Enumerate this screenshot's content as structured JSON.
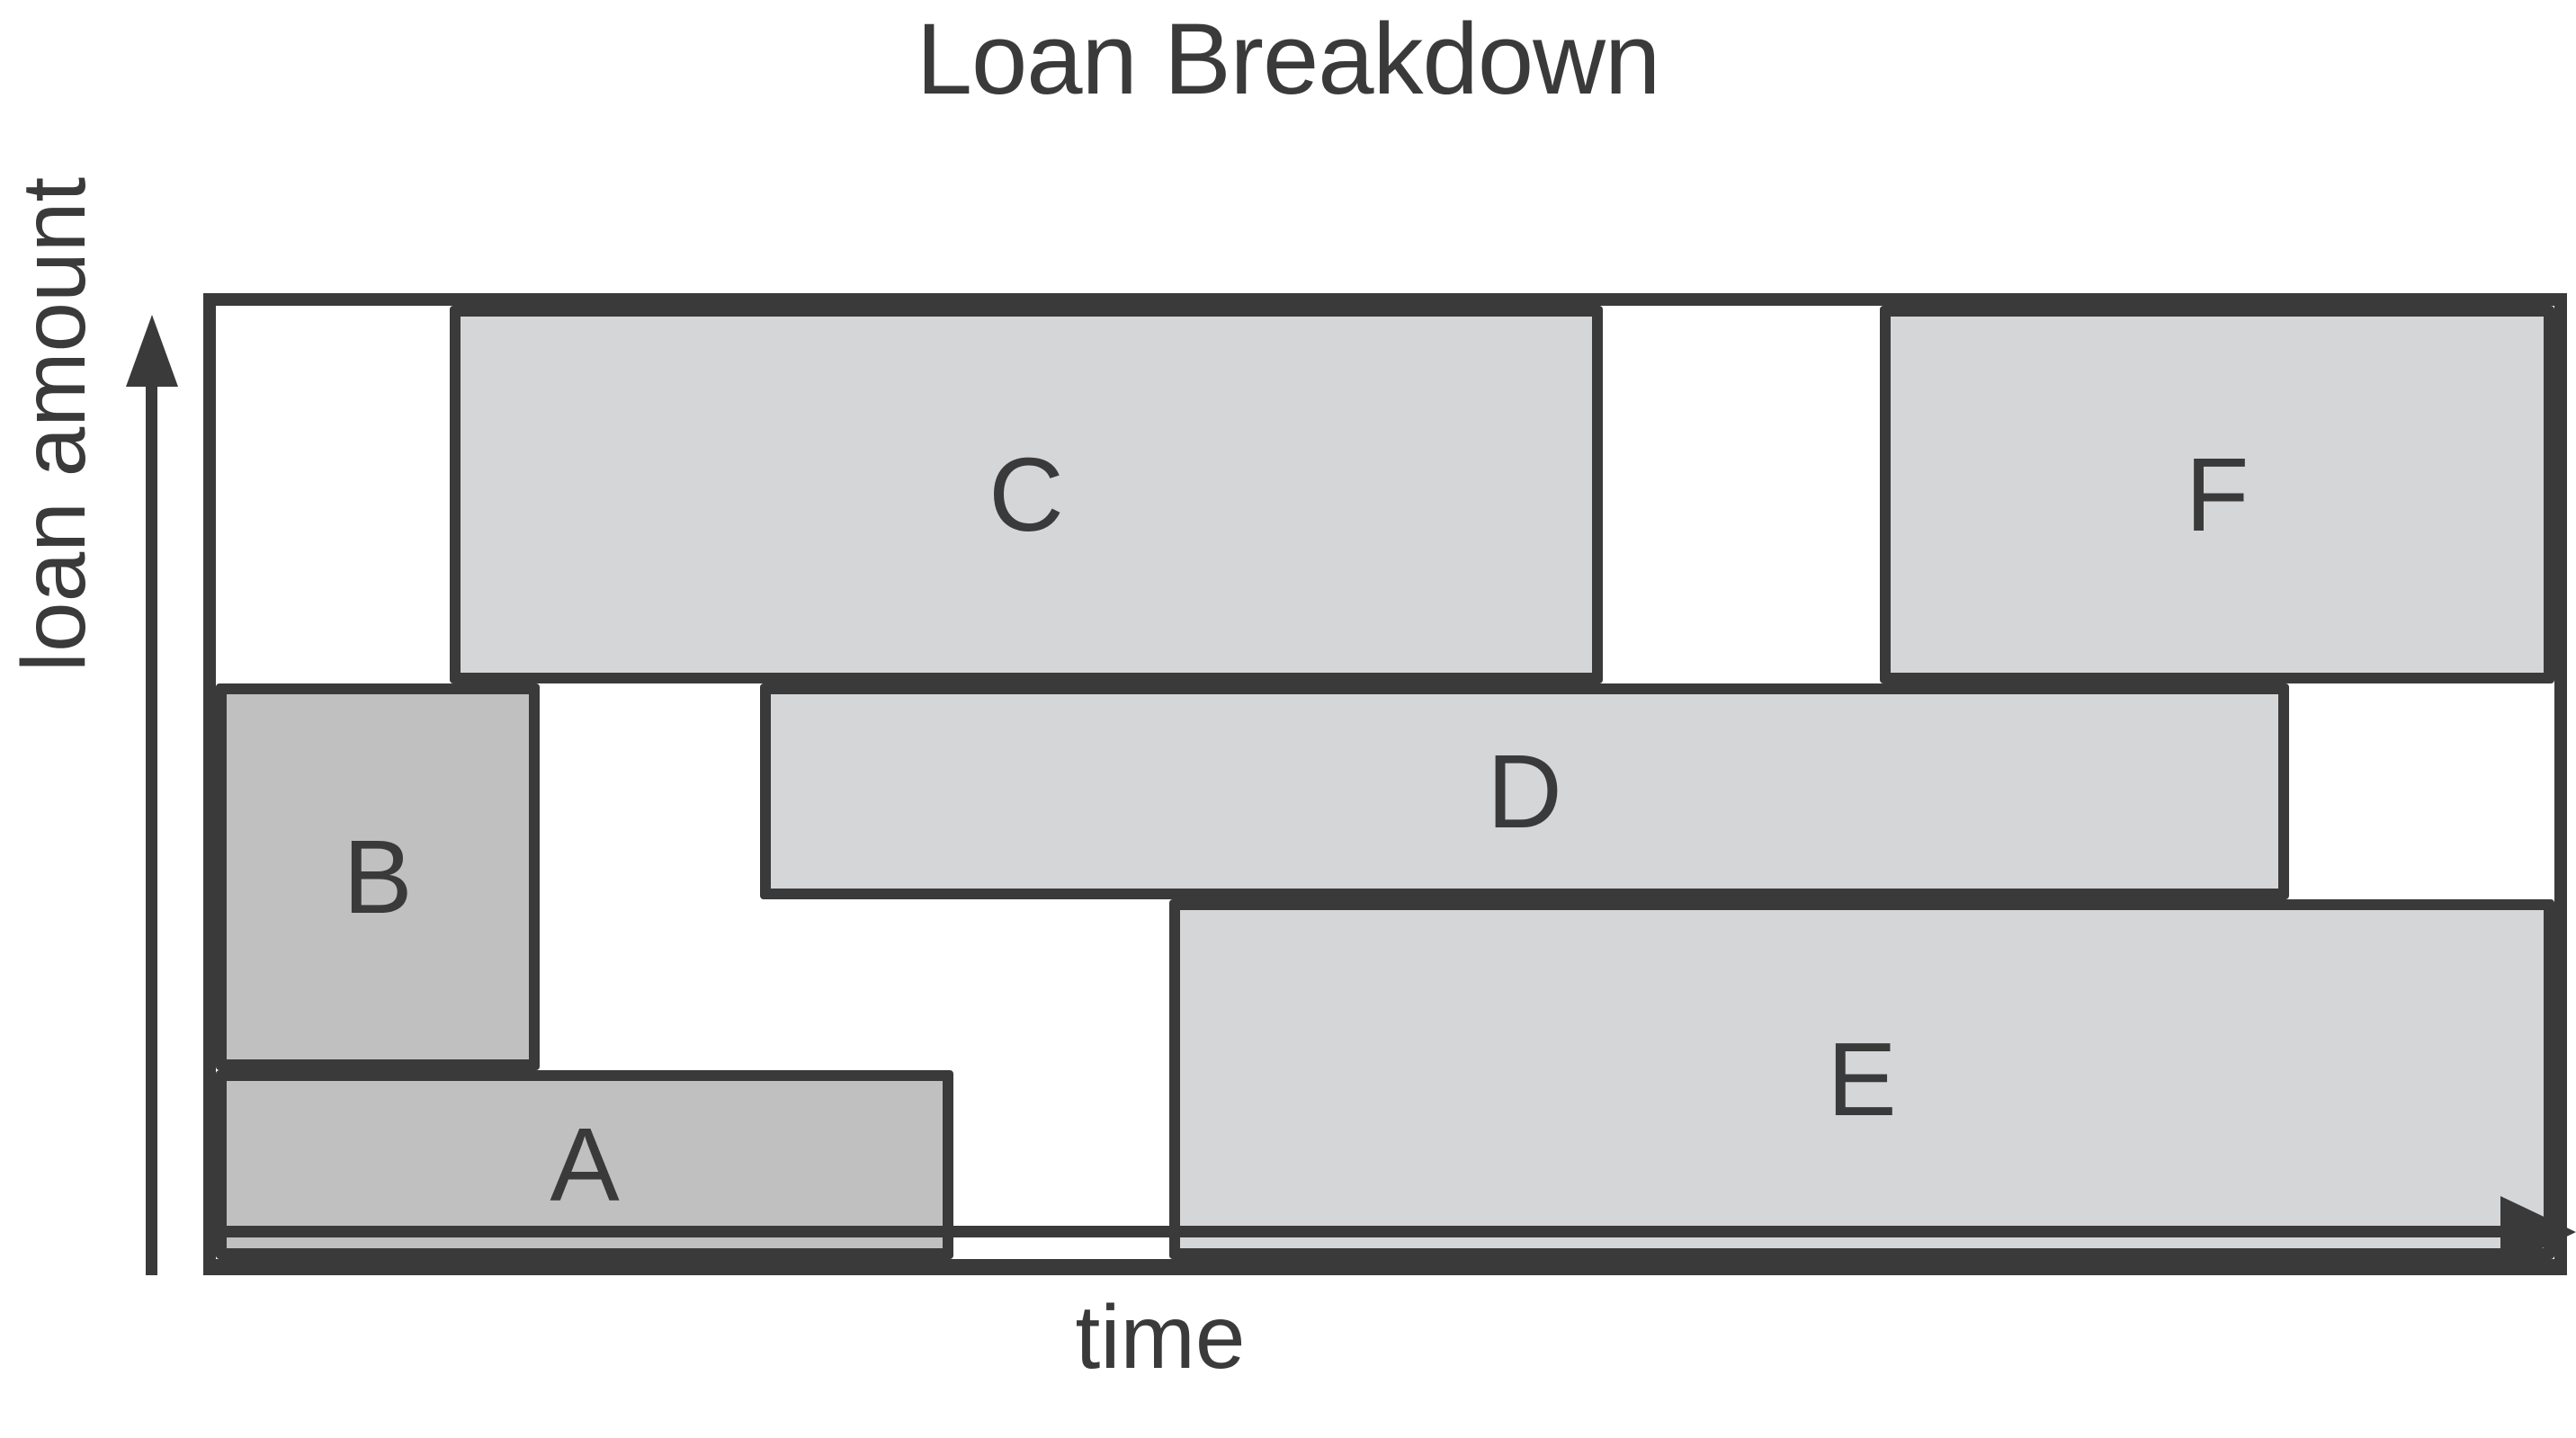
{
  "title": "Loan Breakdown",
  "axes": {
    "x_label": "time",
    "y_label": "loan amount",
    "x_arrow_icon": "arrow-right-icon",
    "y_arrow_icon": "arrow-up-icon"
  },
  "colors": {
    "stroke": "#3a3a3a",
    "fill_light": "#d4d6d8",
    "fill_dark": "#c0c0c0",
    "background": "#ffffff"
  },
  "chart_data": {
    "type": "bar",
    "title": "Loan Breakdown",
    "xlabel": "time",
    "ylabel": "loan amount",
    "grid": false,
    "legend": "none",
    "xlim": [
      0,
      100
    ],
    "ylim": [
      0,
      100
    ],
    "description": "Gantt-style stacked loan tranche diagram: each rectangle is one loan, horizontal extent is its active time window and vertical extent is its share of the total loan amount.",
    "categories": [
      "A",
      "B",
      "C",
      "D",
      "E",
      "F"
    ],
    "bars": [
      {
        "label": "A",
        "x_start": 0.0,
        "x_end": 31.5,
        "y_start": 0.0,
        "y_end": 20.0,
        "shade": "dark"
      },
      {
        "label": "B",
        "x_start": 0.0,
        "x_end": 13.8,
        "y_start": 20.0,
        "y_end": 60.0,
        "shade": "dark"
      },
      {
        "label": "C",
        "x_start": 10.0,
        "x_end": 59.3,
        "y_start": 60.0,
        "y_end": 100.0,
        "shade": "light"
      },
      {
        "label": "D",
        "x_start": 23.3,
        "x_end": 88.7,
        "y_start": 37.5,
        "y_end": 60.0,
        "shade": "light"
      },
      {
        "label": "E",
        "x_start": 40.8,
        "x_end": 100.0,
        "y_start": 0.0,
        "y_end": 37.5,
        "shade": "light"
      },
      {
        "label": "F",
        "x_start": 71.2,
        "x_end": 100.0,
        "y_start": 60.0,
        "y_end": 100.0,
        "shade": "light"
      }
    ]
  },
  "blocks": [
    {
      "id": "a",
      "label": "A"
    },
    {
      "id": "b",
      "label": "B"
    },
    {
      "id": "c",
      "label": "C"
    },
    {
      "id": "d",
      "label": "D"
    },
    {
      "id": "e",
      "label": "E"
    },
    {
      "id": "f",
      "label": "F"
    }
  ]
}
